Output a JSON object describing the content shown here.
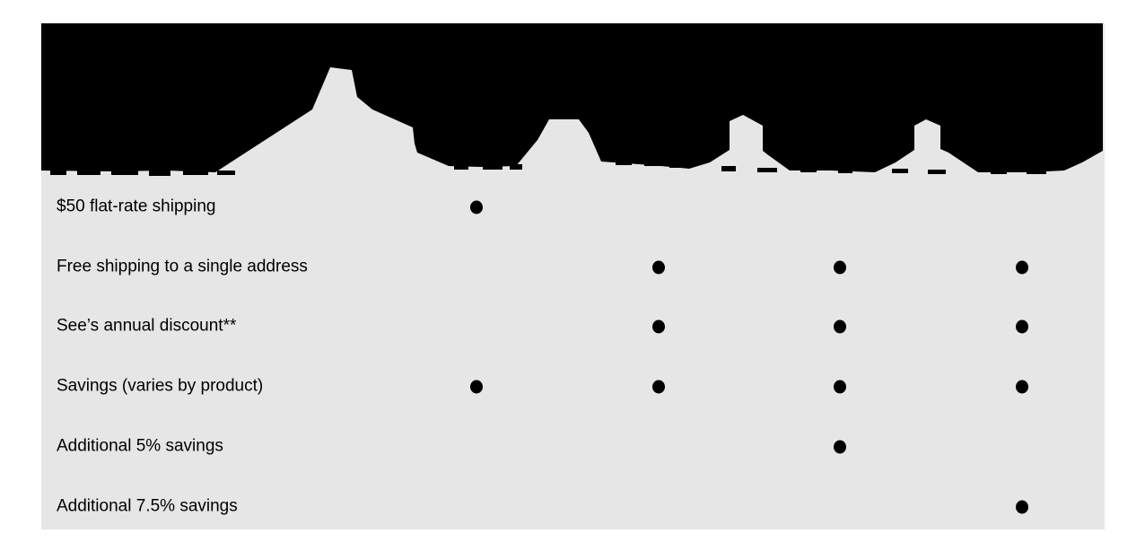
{
  "colors": {
    "page_background": "#ffffff",
    "panel_background": "#e6e6e6",
    "banner_color": "#000000",
    "text_color": "#000000",
    "bullet_color": "#000000"
  },
  "header": {
    "banner_description": "solid black banner across the table top with oversized illegible column-header text (no readable characters)"
  },
  "table": {
    "bullet_glyph": "●",
    "column_count": 4,
    "rows": [
      {
        "label": "$50 flat-rate shipping",
        "cells": [
          true,
          false,
          false,
          false
        ]
      },
      {
        "label": "Free shipping to a single address",
        "cells": [
          false,
          true,
          true,
          true
        ]
      },
      {
        "label": "See’s annual discount**",
        "cells": [
          false,
          true,
          true,
          true
        ]
      },
      {
        "label": "Savings (varies by product)",
        "cells": [
          true,
          true,
          true,
          true
        ]
      },
      {
        "label": "Additional 5% savings",
        "cells": [
          false,
          false,
          true,
          false
        ]
      },
      {
        "label": "Additional 7.5% savings",
        "cells": [
          false,
          false,
          false,
          true
        ]
      }
    ]
  }
}
